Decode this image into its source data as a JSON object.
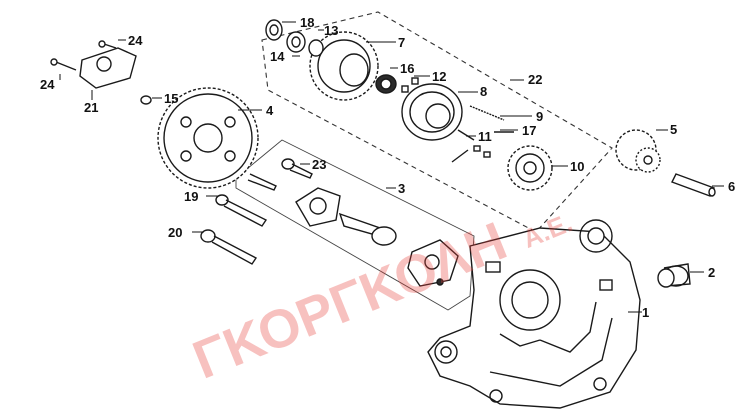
{
  "diagram": {
    "watermark": {
      "main": "ΓΚΟΡΓΚΟΛΗ",
      "suffix": "Α.Ε."
    },
    "labels": [
      "1",
      "2",
      "3",
      "4",
      "5",
      "6",
      "7",
      "8",
      "9",
      "10",
      "11",
      "12",
      "13",
      "14",
      "15",
      "16",
      "17",
      "18",
      "19",
      "20",
      "21",
      "22",
      "23",
      "24",
      "24"
    ],
    "colors": {
      "ink": "#111111",
      "watermark": "#e8413b",
      "background": "#ffffff"
    }
  }
}
